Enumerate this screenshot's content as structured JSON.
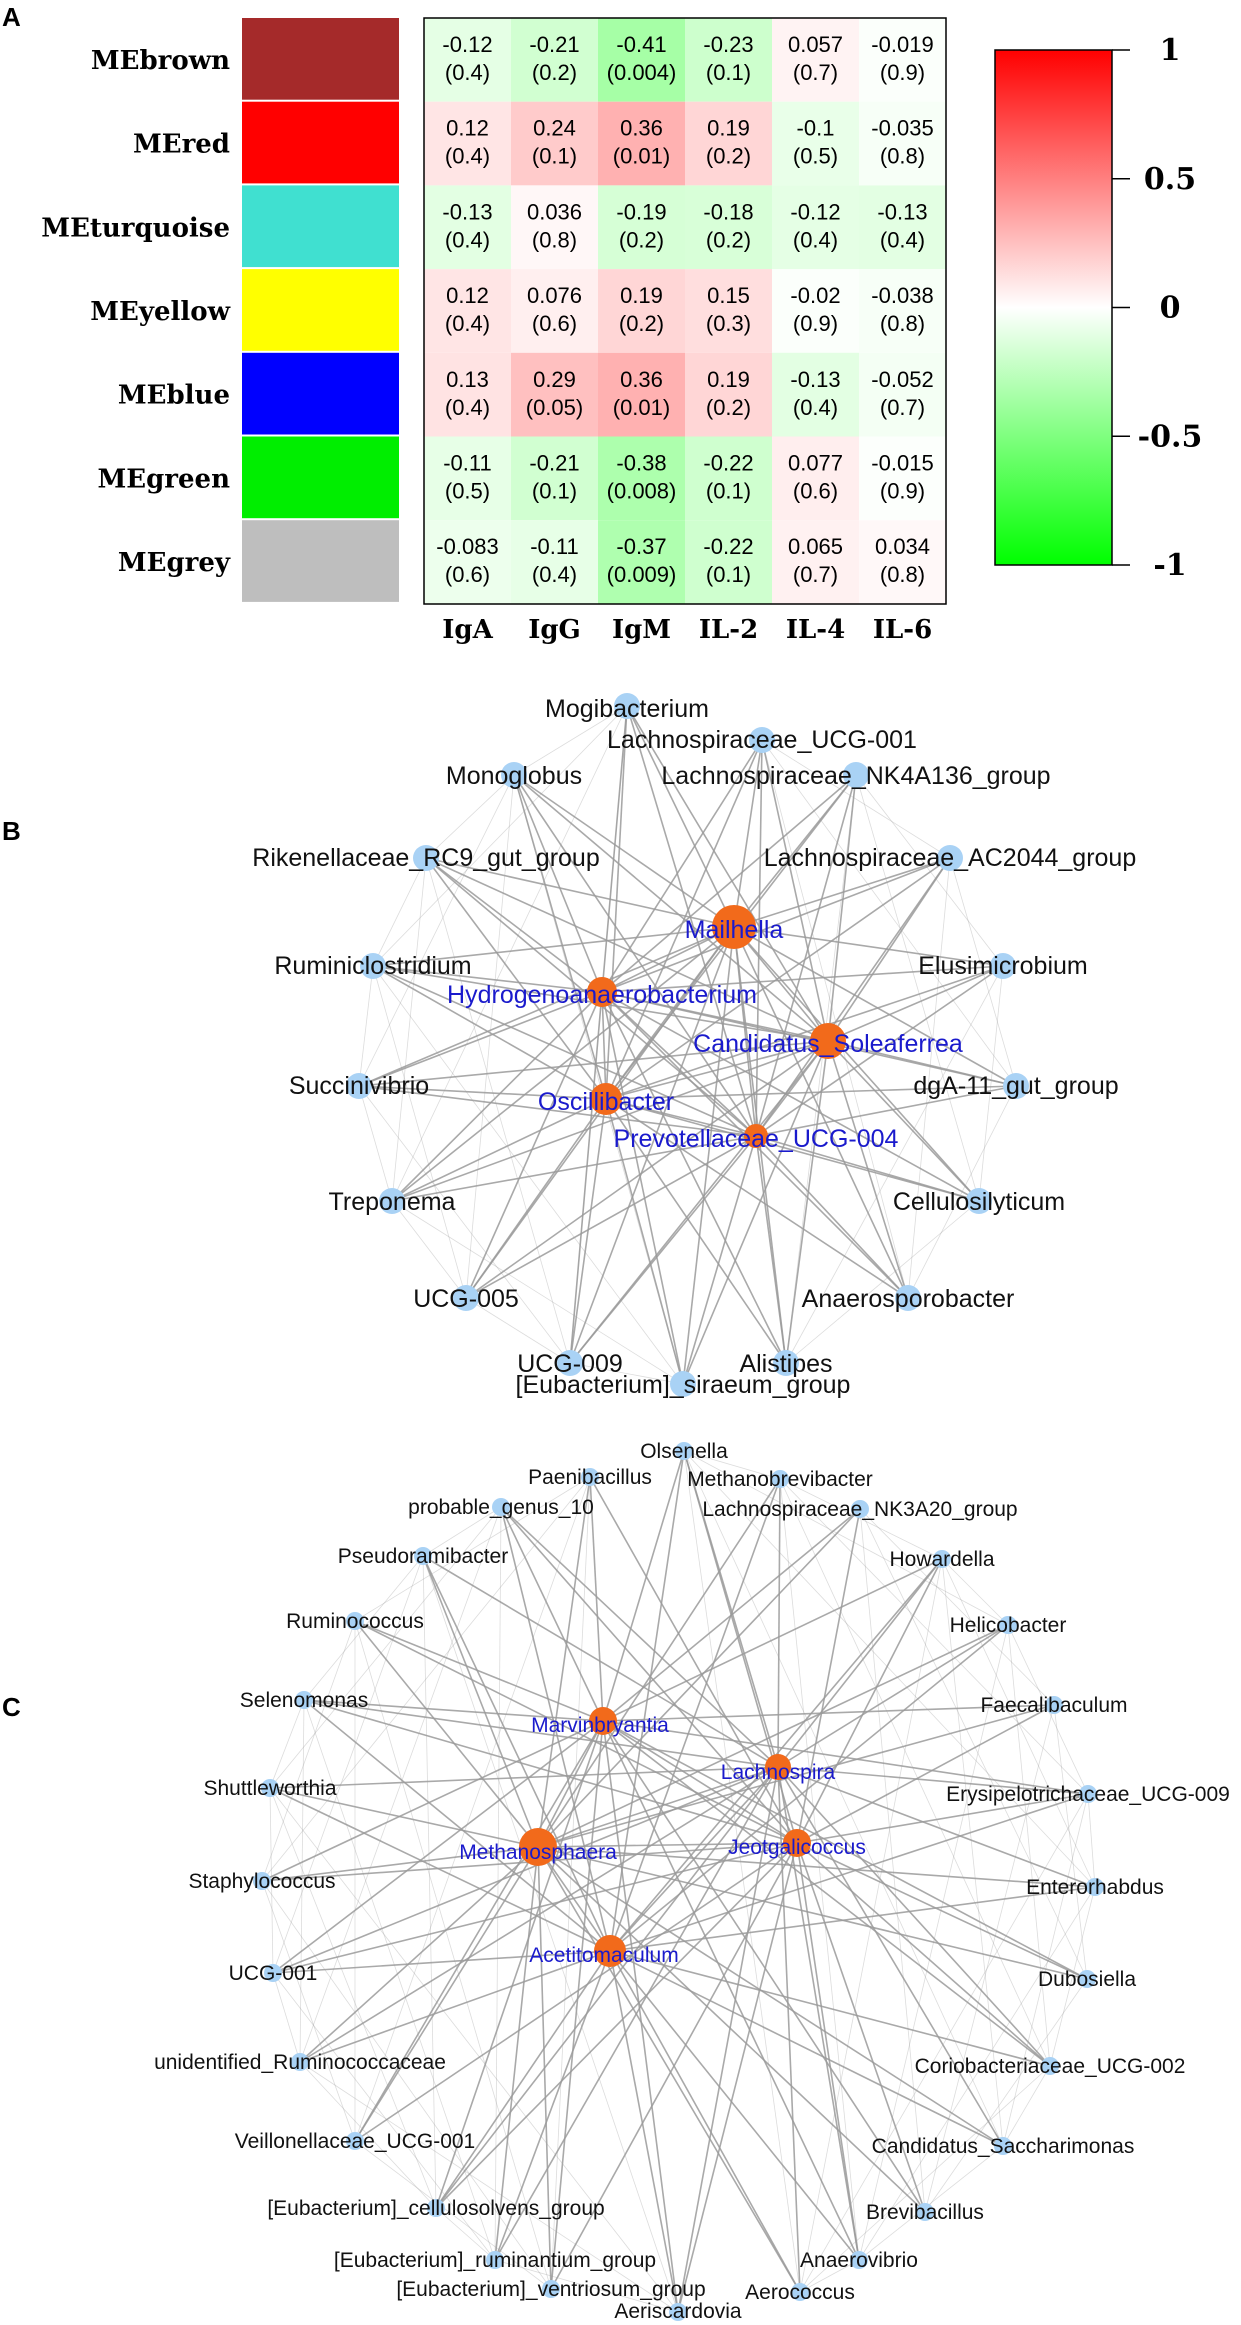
{
  "panels": {
    "a": "A",
    "b": "B",
    "c": "C"
  },
  "colors": {
    "hub_node": "#f26a1b",
    "other_node": "#a9d2f5",
    "hub_label": "#1a1acc",
    "other_label": "#111111",
    "edge": "#9a9a9a",
    "cb_high": "#ff0000",
    "cb_mid": "#ffffff",
    "cb_low": "#00ff00"
  },
  "heatmap": {
    "modules": [
      {
        "name": "MEbrown",
        "color": "#a52a2a"
      },
      {
        "name": "MEred",
        "color": "#ff0000"
      },
      {
        "name": "MEturquoise",
        "color": "#40e0d0"
      },
      {
        "name": "MEyellow",
        "color": "#ffff00"
      },
      {
        "name": "MEblue",
        "color": "#0000ff"
      },
      {
        "name": "MEgreen",
        "color": "#00ee00"
      },
      {
        "name": "MEgrey",
        "color": "#bebebe"
      }
    ],
    "traits": [
      "IgA",
      "IgG",
      "IgM",
      "IL-2",
      "IL-4",
      "IL-6"
    ],
    "correlations": [
      [
        "-0.12",
        "-0.21",
        "-0.41",
        "-0.23",
        "0.057",
        "-0.019"
      ],
      [
        "0.12",
        "0.24",
        "0.36",
        "0.19",
        "-0.1",
        "-0.035"
      ],
      [
        "-0.13",
        "0.036",
        "-0.19",
        "-0.18",
        "-0.12",
        "-0.13"
      ],
      [
        "0.12",
        "0.076",
        "0.19",
        "0.15",
        "-0.02",
        "-0.038"
      ],
      [
        "0.13",
        "0.29",
        "0.36",
        "0.19",
        "-0.13",
        "-0.052"
      ],
      [
        "-0.11",
        "-0.21",
        "-0.38",
        "-0.22",
        "0.077",
        "-0.015"
      ],
      [
        "-0.083",
        "-0.11",
        "-0.37",
        "-0.22",
        "0.065",
        "0.034"
      ]
    ],
    "pvalues": [
      [
        "(0.4)",
        "(0.2)",
        "(0.004)",
        "(0.1)",
        "(0.7)",
        "(0.9)"
      ],
      [
        "(0.4)",
        "(0.1)",
        "(0.01)",
        "(0.2)",
        "(0.5)",
        "(0.8)"
      ],
      [
        "(0.4)",
        "(0.8)",
        "(0.2)",
        "(0.2)",
        "(0.4)",
        "(0.4)"
      ],
      [
        "(0.4)",
        "(0.6)",
        "(0.2)",
        "(0.3)",
        "(0.9)",
        "(0.8)"
      ],
      [
        "(0.4)",
        "(0.05)",
        "(0.01)",
        "(0.2)",
        "(0.4)",
        "(0.7)"
      ],
      [
        "(0.5)",
        "(0.1)",
        "(0.008)",
        "(0.1)",
        "(0.6)",
        "(0.9)"
      ],
      [
        "(0.6)",
        "(0.4)",
        "(0.009)",
        "(0.1)",
        "(0.7)",
        "(0.8)"
      ]
    ],
    "colorbar": {
      "ticks": [
        "1",
        "0.5",
        "0",
        "-0.5",
        "-1"
      ],
      "range": [
        -1,
        1
      ]
    }
  },
  "network_b": {
    "hubs": [
      "Mailhella",
      "Hydrogenoanaerobacterium",
      "Candidatus_Soleaferrea",
      "Oscillibacter",
      "Prevotellaceae_UCG-004"
    ],
    "nodes": [
      "Mogibacterium",
      "Lachnospiraceae_UCG-001",
      "Monoglobus",
      "Lachnospiraceae_NK4A136_group",
      "Rikenellaceae_RC9_gut_group",
      "Lachnospiraceae_AC2044_group",
      "Ruminiclostridium",
      "Elusimicrobium",
      "Succinivibrio",
      "dgA-11_gut_group",
      "Treponema",
      "Cellulosilyticum",
      "UCG-005",
      "Anaerosporobacter",
      "UCG-009",
      "Alistipes",
      "[Eubacterium]_siraeum_group"
    ]
  },
  "network_c": {
    "hubs": [
      "Marvinbryantia",
      "Lachnospira",
      "Methanosphaera",
      "Jeotgalicoccus",
      "Acetitomaculum"
    ],
    "nodes": [
      "Olsenella",
      "Paenibacillus",
      "Methanobrevibacter",
      "probable_genus_10",
      "Lachnospiraceae_NK3A20_group",
      "Pseudoramibacter",
      "Howardella",
      "Ruminococcus",
      "Helicobacter",
      "Selenomonas",
      "Faecalibaculum",
      "Shuttleworthia",
      "Erysipelotrichaceae_UCG-009",
      "Staphylococcus",
      "Enterorhabdus",
      "UCG-001",
      "Dubosiella",
      "unidentified_Ruminococcaceae",
      "Coriobacteriaceae_UCG-002",
      "Veillonellaceae_UCG-001",
      "Candidatus_Saccharimonas",
      "[Eubacterium]_cellulosolvens_group",
      "Brevibacillus",
      "[Eubacterium]_ruminantium_group",
      "Anaerovibrio",
      "[Eubacterium]_ventriosum_group",
      "Aerococcus",
      "Aeriscardovia"
    ]
  }
}
